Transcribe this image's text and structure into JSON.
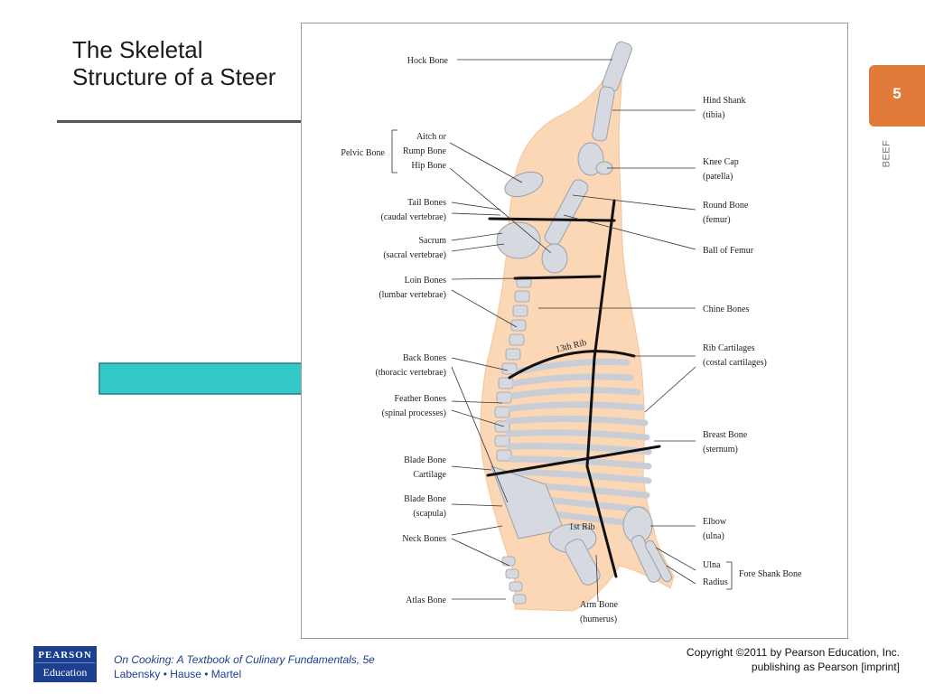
{
  "slide": {
    "title_line1": "The Skeletal",
    "title_line2": "Structure of a Steer",
    "page_number": "5",
    "section": "BEEF"
  },
  "figure": {
    "labels_left": {
      "hock": "Hock Bone",
      "pelvic": "Pelvic Bone",
      "aitch1": "Aitch or",
      "aitch2": "Rump Bone",
      "hip": "Hip Bone",
      "tail1": "Tail Bones",
      "tail2": "(caudal vertebrae)",
      "sacrum1": "Sacrum",
      "sacrum2": "(sacral vertebrae)",
      "loin1": "Loin Bones",
      "loin2": "(lumbar vertebrae)",
      "back1": "Back Bones",
      "back2": "(thoracic vertebrae)",
      "feather1": "Feather Bones",
      "feather2": "(spinal processes)",
      "bladecart1": "Blade Bone",
      "bladecart2": "Cartilage",
      "blade1": "Blade Bone",
      "blade2": "(scapula)",
      "neck": "Neck Bones",
      "atlas": "Atlas Bone"
    },
    "labels_right": {
      "hindshank1": "Hind Shank",
      "hindshank2": "(tibia)",
      "knee1": "Knee Cap",
      "knee2": "(patella)",
      "round1": "Round Bone",
      "round2": "(femur)",
      "ballfemur": "Ball of Femur",
      "chine": "Chine Bones",
      "ribcart1": "Rib Cartilages",
      "ribcart2": "(costal cartilages)",
      "breast1": "Breast Bone",
      "breast2": "(sternum)",
      "elbow1": "Elbow",
      "elbow2": "(ulna)",
      "ulna": "Ulna",
      "radius": "Radius",
      "foreshank": "Fore Shank Bone"
    },
    "labels_center": {
      "rib13": "13th Rib",
      "rib1": "1st Rib",
      "arm1": "Arm Bone",
      "arm2": "(humerus)"
    }
  },
  "footer": {
    "logo_top": "PEARSON",
    "logo_bottom": "Education",
    "book_title": "On Cooking: A Textbook of Culinary Fundamentals, 5e",
    "book_authors": "Labensky • Hause • Martel",
    "copyright1": "Copyright ©2011 by Pearson Education, Inc.",
    "copyright2": "publishing as Pearson [imprint]"
  },
  "colors": {
    "accent_tab": "#e07b39",
    "arrow": "#33c9c9",
    "carcass": "#fbd7b5",
    "publisher_blue": "#1d3f8f"
  }
}
